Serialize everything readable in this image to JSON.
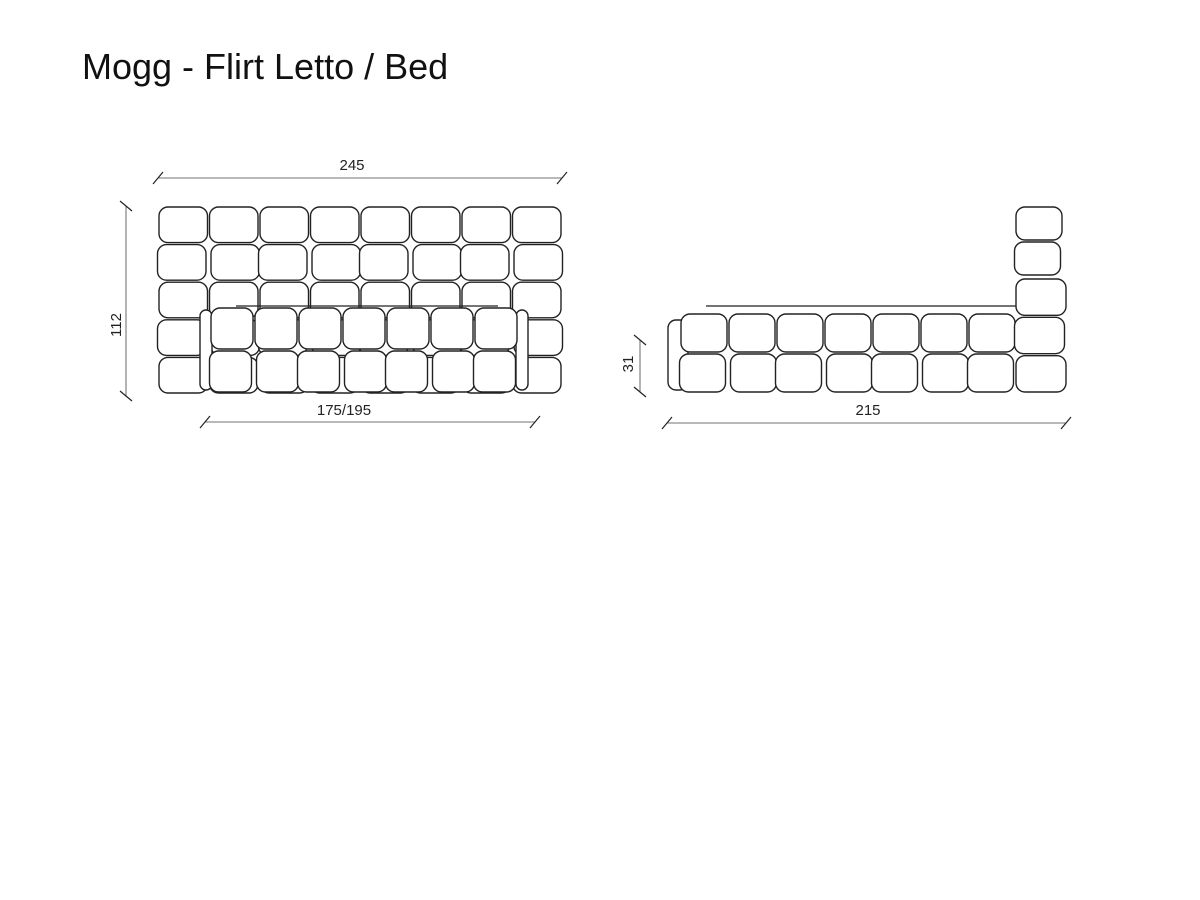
{
  "title": "Mogg - Flirt Letto / Bed",
  "front_view": {
    "width_label": "245",
    "height_label": "112",
    "mattress_width_label": "175/195"
  },
  "side_view": {
    "height_label": "31",
    "length_label": "215"
  },
  "line_color": "#222222"
}
